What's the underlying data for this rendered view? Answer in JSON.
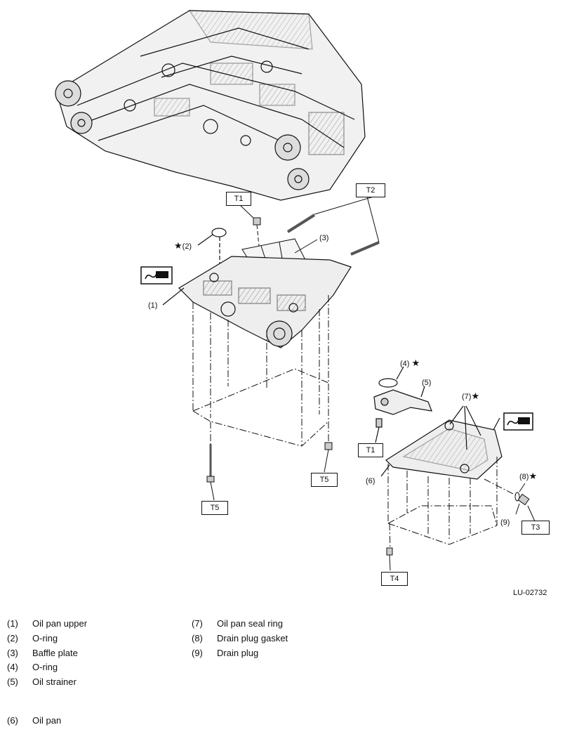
{
  "figure_code": "LU-02732",
  "torque_labels": {
    "t1_top": "T1",
    "t2": "T2",
    "t1_strainer": "T1",
    "t5_right": "T5",
    "t5_left": "T5",
    "t3": "T3",
    "t4": "T4"
  },
  "callouts": {
    "c1": "(1)",
    "c2": "(2)",
    "c3": "(3)",
    "c4": "(4)",
    "c5": "(5)",
    "c6": "(6)",
    "c7": "(7)",
    "c8": "(8)",
    "c9": "(9)",
    "star": "★"
  },
  "parts": [
    {
      "num": "(1)",
      "name": "Oil pan upper"
    },
    {
      "num": "(2)",
      "name": "O-ring"
    },
    {
      "num": "(3)",
      "name": "Baffle plate"
    },
    {
      "num": "(4)",
      "name": "O-ring"
    },
    {
      "num": "(5)",
      "name": "Oil strainer"
    },
    {
      "num": "(6)",
      "name": "Oil pan"
    },
    {
      "num": "(7)",
      "name": "Oil pan seal ring"
    },
    {
      "num": "(8)",
      "name": "Drain plug gasket"
    },
    {
      "num": "(9)",
      "name": "Drain plug"
    }
  ],
  "icons": [
    "engine-cylinder-block-icon",
    "liquid-gasket-sealant-icon"
  ]
}
